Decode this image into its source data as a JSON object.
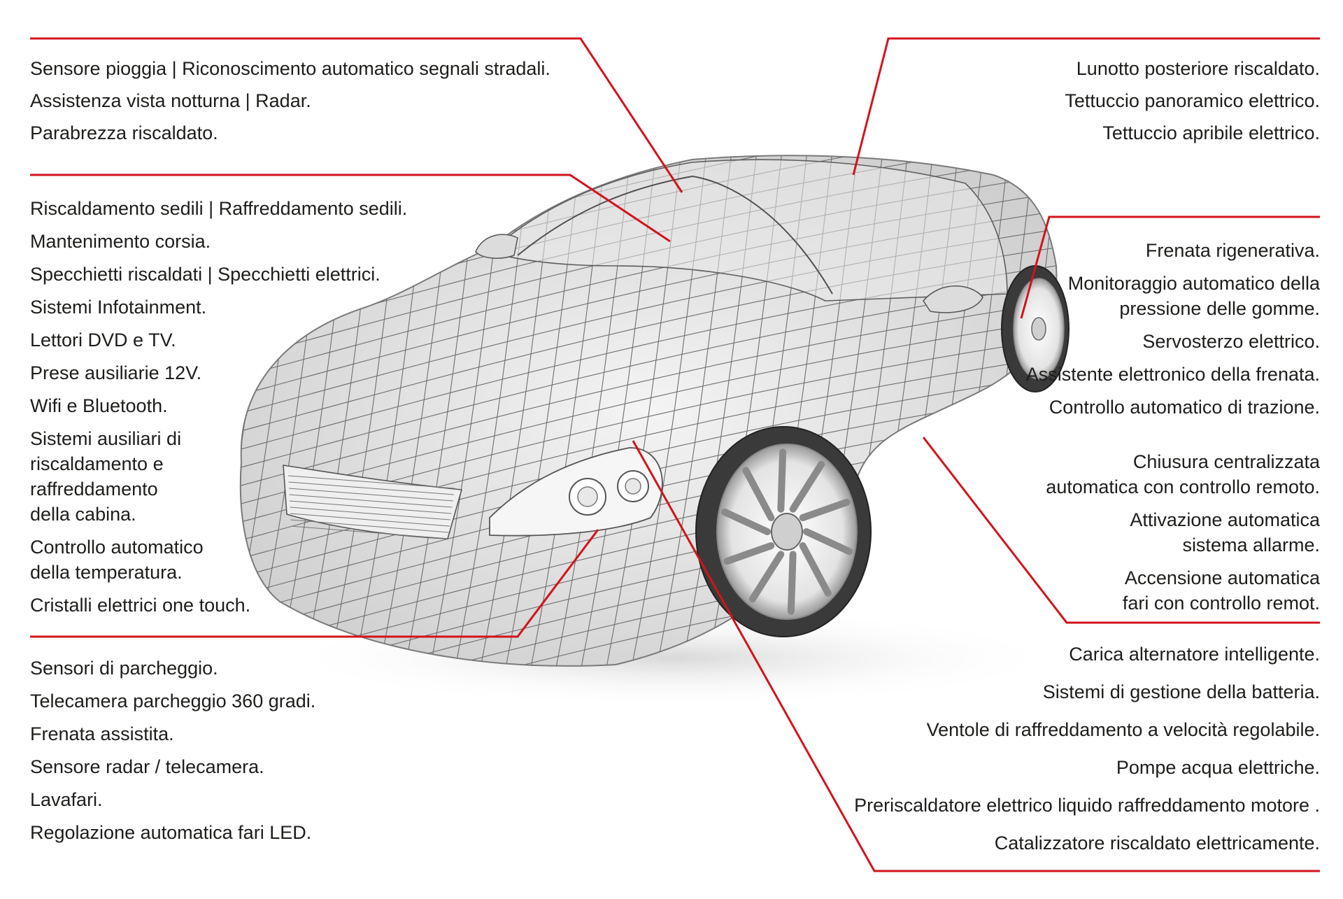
{
  "accent_color": "#d3131c",
  "illustration": {
    "subject": "wireframe-sports-car",
    "icon": "car-wireframe-icon"
  },
  "windshield": {
    "items": [
      "Sensore pioggia | Riconoscimento automatico segnali stradali.",
      "Assistenza vista notturna | Radar.",
      "Parabrezza riscaldato."
    ]
  },
  "cabin": {
    "items": [
      "Riscaldamento sedili | Raffreddamento sedili.",
      "Mantenimento corsia.",
      "Specchietti riscaldati | Specchietti elettrici.",
      "Sistemi Infotainment.",
      "Lettori DVD e TV.",
      "Prese ausiliarie 12V.",
      "Wifi e Bluetooth.",
      "Sistemi ausiliari di\nriscaldamento e\nraffreddamento\ndella cabina.",
      "Controllo automatico\ndella temperatura.",
      "Cristalli elettrici one touch."
    ]
  },
  "front": {
    "items": [
      "Sensori di parcheggio.",
      "Telecamera parcheggio 360 gradi.",
      "Frenata assistita.",
      "Sensore radar / telecamera.",
      "Lavafari.",
      "Regolazione automatica fari LED."
    ]
  },
  "roof": {
    "items": [
      "Lunotto posteriore riscaldato.",
      "Tettuccio panoramico elettrico.",
      "Tettuccio apribile elettrico."
    ]
  },
  "chassis": {
    "items": [
      "Frenata rigenerativa.",
      "Monitoraggio automatico della\npressione delle gomme.",
      "Servosterzo elettrico.",
      "Assistente elettronico della frenata.",
      "Controllo automatico di trazione."
    ]
  },
  "security": {
    "items": [
      "Chiusura centralizzata\nautomatica con controllo remoto.",
      "Attivazione automatica\nsistema allarme.",
      "Accensione automatica\nfari con controllo remot."
    ]
  },
  "engine": {
    "items": [
      "Carica alternatore intelligente.",
      "Sistemi di gestione della batteria.",
      "Ventole di raffreddamento a velocità regolabile.",
      "Pompe acqua elettriche.",
      "Preriscaldatore elettrico liquido raffreddamento motore .",
      "Catalizzatore riscaldato elettricamente."
    ]
  }
}
